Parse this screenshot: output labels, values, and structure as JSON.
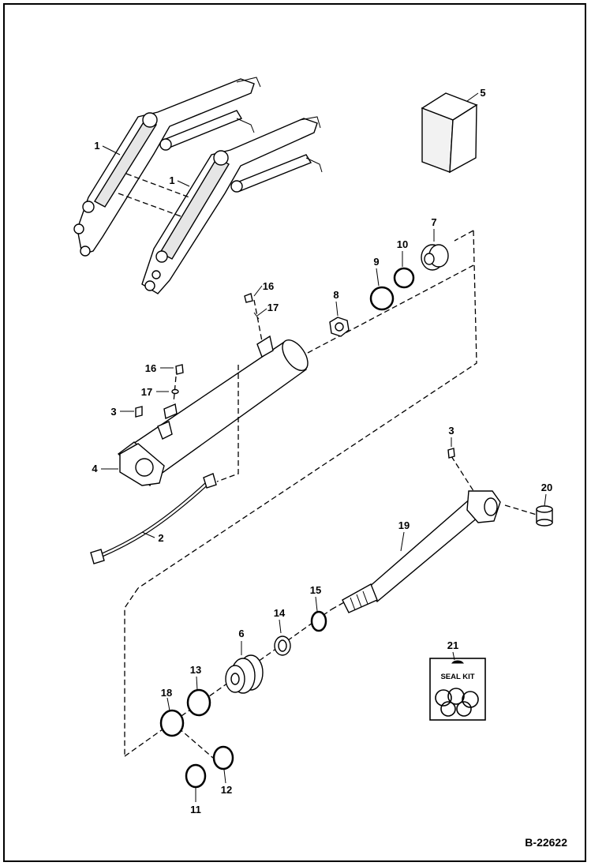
{
  "figure_id": "B-22622",
  "seal_kit_label": "SEAL KIT",
  "callouts": [
    {
      "id": "c1a",
      "label": "1"
    },
    {
      "id": "c1b",
      "label": "1"
    },
    {
      "id": "c2",
      "label": "2"
    },
    {
      "id": "c3a",
      "label": "3"
    },
    {
      "id": "c3b",
      "label": "3"
    },
    {
      "id": "c4",
      "label": "4"
    },
    {
      "id": "c5",
      "label": "5"
    },
    {
      "id": "c6",
      "label": "6"
    },
    {
      "id": "c7",
      "label": "7"
    },
    {
      "id": "c8",
      "label": "8"
    },
    {
      "id": "c9",
      "label": "9"
    },
    {
      "id": "c10",
      "label": "10"
    },
    {
      "id": "c11",
      "label": "11"
    },
    {
      "id": "c12",
      "label": "12"
    },
    {
      "id": "c13",
      "label": "13"
    },
    {
      "id": "c14",
      "label": "14"
    },
    {
      "id": "c15",
      "label": "15"
    },
    {
      "id": "c16a",
      "label": "16"
    },
    {
      "id": "c16b",
      "label": "16"
    },
    {
      "id": "c17a",
      "label": "17"
    },
    {
      "id": "c17b",
      "label": "17"
    },
    {
      "id": "c18",
      "label": "18"
    },
    {
      "id": "c19",
      "label": "19"
    },
    {
      "id": "c20",
      "label": "20"
    },
    {
      "id": "c21",
      "label": "21"
    }
  ]
}
